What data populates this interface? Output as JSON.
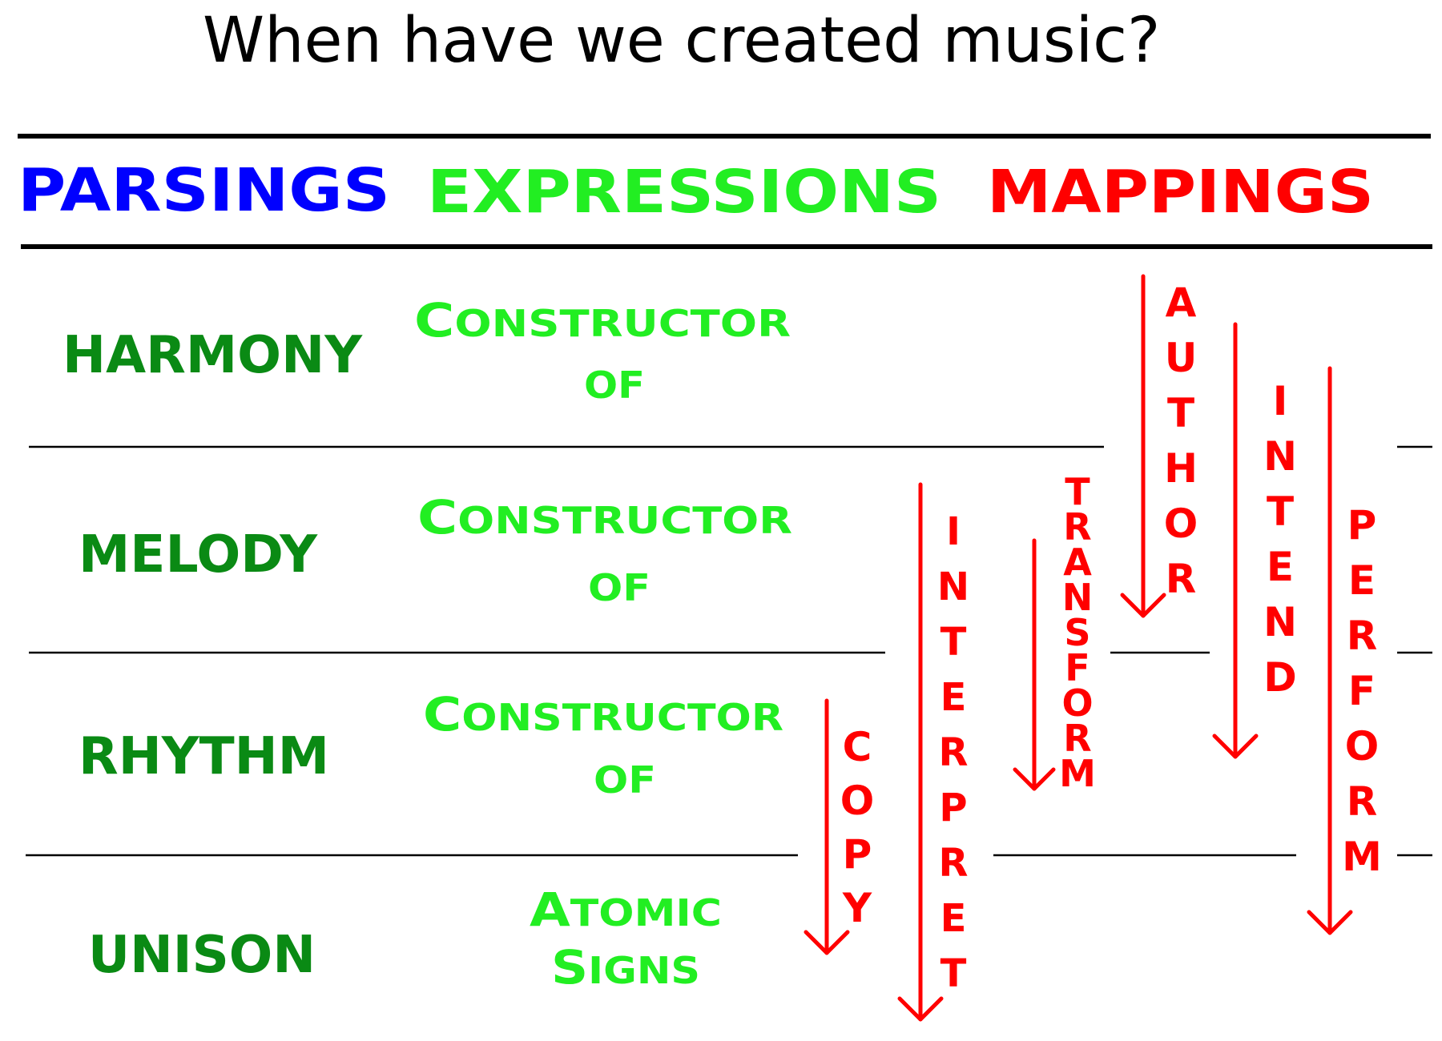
{
  "title": "When have we created music?",
  "headers": {
    "parsings": "PARSINGS",
    "expressions": "EXPRESSIONS",
    "mappings": "MAPPINGS"
  },
  "colors": {
    "parsings": "#0000ff",
    "expressions": "#22ee22",
    "mappings": "#ff0000",
    "levels": "#0a8a14"
  },
  "levels": [
    {
      "name": "HARMONY",
      "expression": [
        "CONSTRUCTOR",
        "OF"
      ]
    },
    {
      "name": "MELODY",
      "expression": [
        "CONSTRUCTOR",
        "OF"
      ]
    },
    {
      "name": "RHYTHM",
      "expression": [
        "CONSTRUCTOR",
        "OF"
      ]
    },
    {
      "name": "UNISON",
      "expression": [
        "ATOMIC",
        "SIGNS"
      ]
    }
  ],
  "mappings": [
    "AUTHOR",
    "INTEND",
    "PERFORM",
    "INTERPRET",
    "TRANSFORM",
    "COPY"
  ]
}
